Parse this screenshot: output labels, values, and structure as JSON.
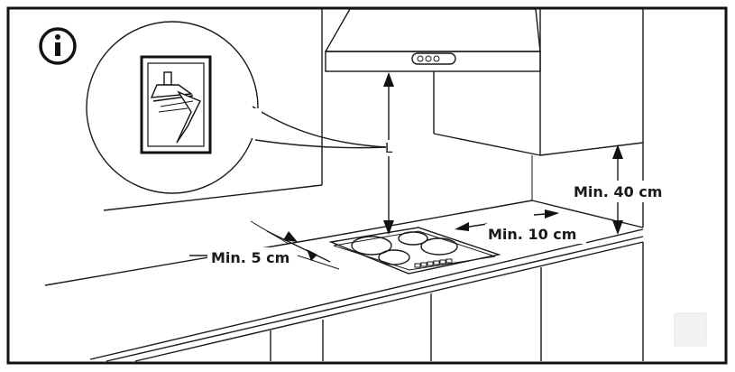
{
  "diagram": {
    "info_icon": "info-icon",
    "labels": {
      "height_L": "L",
      "min_side": "Min. 5 cm",
      "min_back": "Min. 10 cm",
      "min_cabinet": "Min. 40 cm"
    },
    "colors": {
      "line": "#1a1a1a",
      "background": "#ffffff",
      "corner_box": "#f2f2f2"
    }
  }
}
